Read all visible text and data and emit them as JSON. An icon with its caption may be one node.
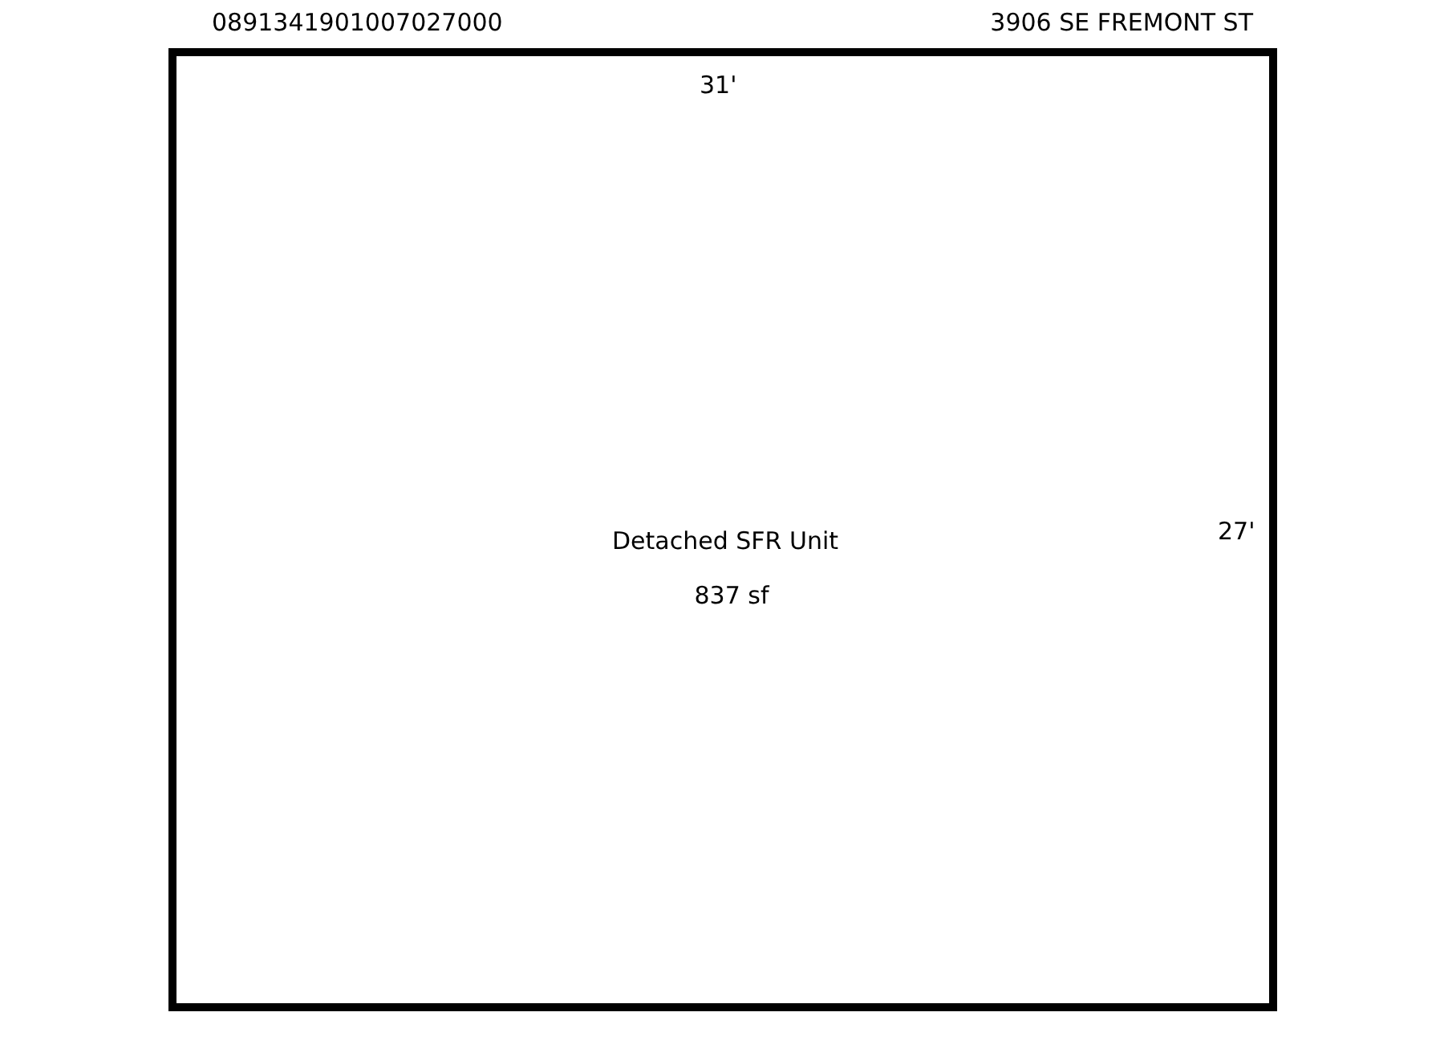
{
  "diagram": {
    "nodes": [
      {
        "text": [
          "Detached SFR Unit",
          "837 sf"
        ]
      }
    ],
    "edges": [],
    "labels": [
      "0891341901007027000",
      "3906 SE FREMONT ST",
      "31'",
      "27'"
    ]
  }
}
